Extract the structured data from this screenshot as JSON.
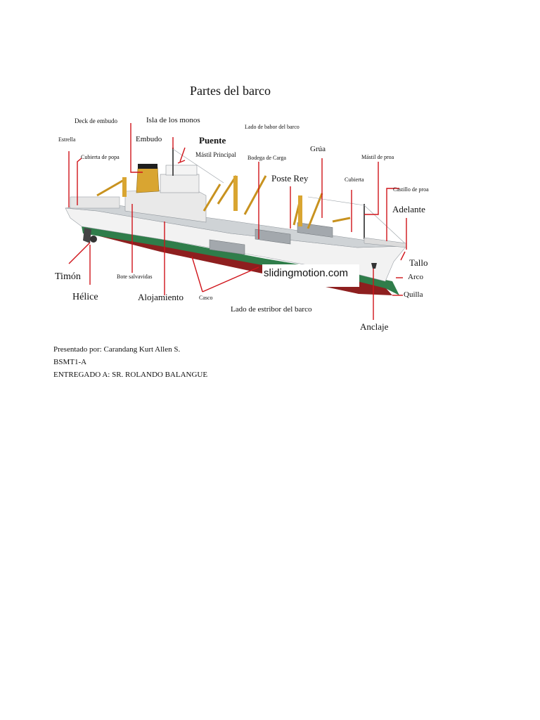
{
  "diagram": {
    "title": "Partes del barco",
    "watermark": "slidingmotion.com",
    "labels": {
      "estrella": "Estrella",
      "deck_embudo": "Deck de embudo",
      "isla_monos": "Isla de los monos",
      "embudo": "Embudo",
      "puente": "Puente",
      "mastil_principal": "Mástil Principal",
      "lado_babor": "Lado de babor del barco",
      "cubierta_popa": "Cubierta de popa",
      "bodega_carga": "Bodega de Carga",
      "poste_rey": "Poste Rey",
      "grua": "Grúa",
      "mastil_proa": "Mástil de proa",
      "cubierta": "Cubierta",
      "castillo_proa": "Castillo de proa",
      "adelante": "Adelante",
      "tallo": "Tallo",
      "arco": "Arco",
      "quilla": "Quilla",
      "timon": "Timón",
      "helice": "Hélice",
      "bote_salvavidas": "Bote salvavidas",
      "alojamiento": "Alojamiento",
      "casco": "Casco",
      "lado_estribor": "Lado de estribor del barco",
      "anclaje": "Anclaje"
    },
    "colors": {
      "hull_white": "#f2f2f2",
      "hull_green": "#2f7d4a",
      "hull_red": "#8e1f1f",
      "superstructure": "#e9e9e9",
      "funnel": "#d9a531",
      "crane": "#d9a531",
      "leader_line": "#d0141a",
      "hatch": "#a3a8ad"
    }
  },
  "credits": {
    "presenter": "Presentado por: Carandang Kurt Allen S.",
    "section": "BSMT1-A",
    "delivered_to": "ENTREGADO A: SR. ROLANDO BALANGUE"
  }
}
